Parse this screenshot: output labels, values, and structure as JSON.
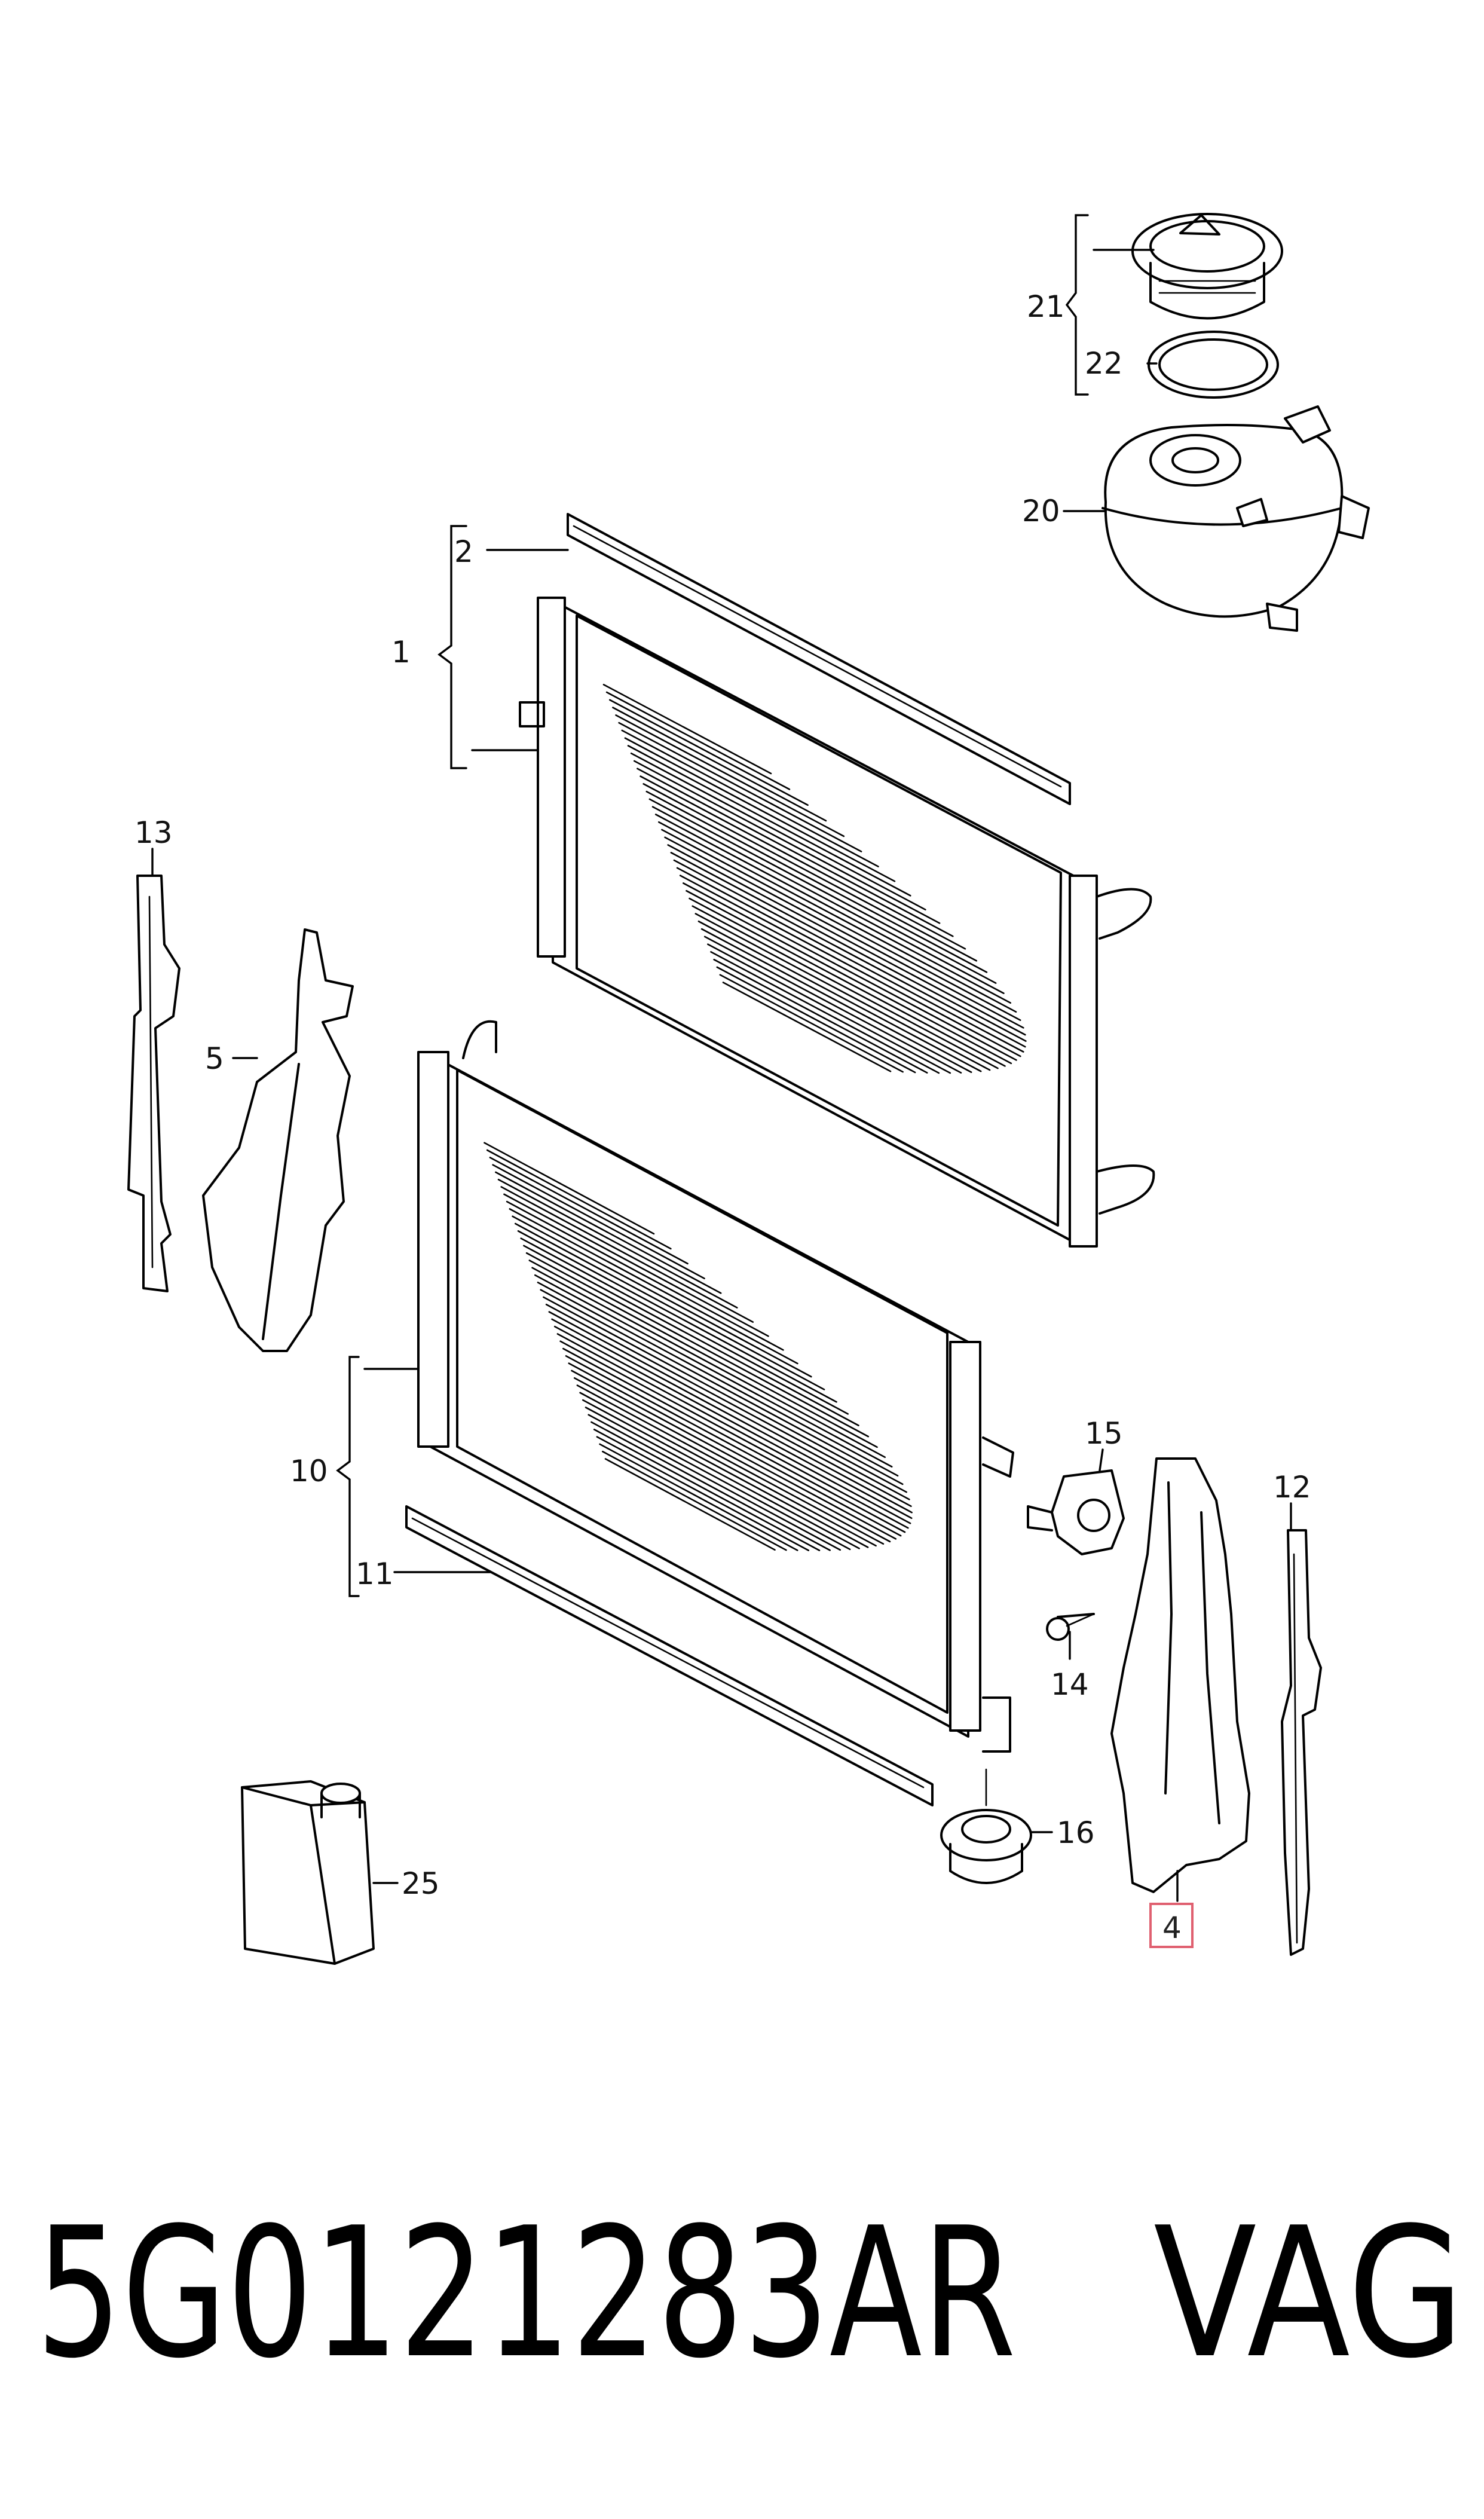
{
  "callouts": {
    "c1": "1",
    "c2": "2",
    "c4": "4",
    "c5": "5",
    "c10": "10",
    "c11": "11",
    "c12": "12",
    "c13": "13",
    "c14": "14",
    "c15": "15",
    "c16": "16",
    "c20": "20",
    "c21": "21",
    "c22": "22",
    "c25": "25"
  },
  "highlighted_callout": "4",
  "highlight_color": "#e06070",
  "footer": {
    "part_number": "5G0121283AR",
    "brand": "VAG"
  }
}
